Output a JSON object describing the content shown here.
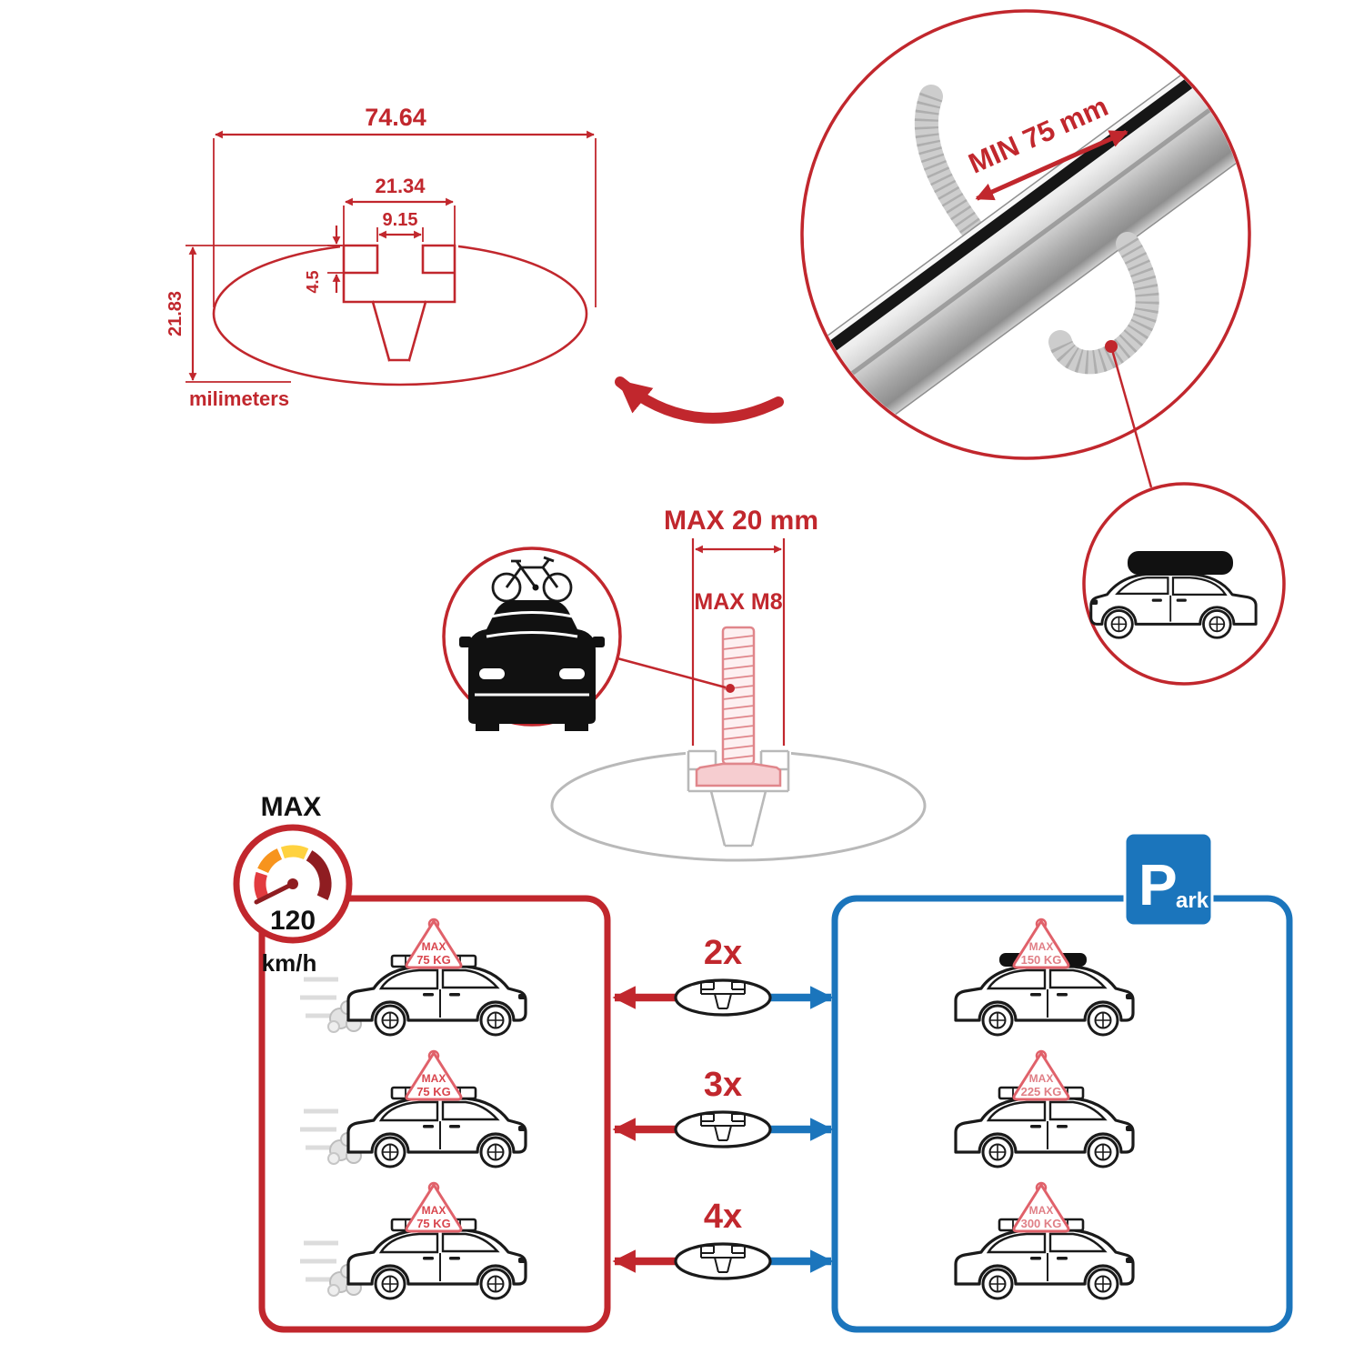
{
  "colors": {
    "accent_red": "#c1272d",
    "accent_blue": "#1b75bc",
    "sign_pink": "#e0616a"
  },
  "cross_section": {
    "total_width": "74.64",
    "slot_outer": "21.34",
    "slot_inner": "9.15",
    "lip_depth": "4.5",
    "total_height": "21.83",
    "units": "milimeters"
  },
  "bar_detail": {
    "min_span": "MIN 75 mm"
  },
  "bolt": {
    "max_width": "MAX 20 mm",
    "max_thread": "MAX M8"
  },
  "speed": {
    "label": "MAX",
    "value": "120",
    "units": "km/h"
  },
  "park": {
    "letter": "P",
    "rest": "ark"
  },
  "rows": [
    {
      "multiplier": "2x",
      "drive_sign_title": "MAX",
      "drive_sign_value": "75 KG",
      "park_sign_title": "MAX",
      "park_sign_value": "150 KG"
    },
    {
      "multiplier": "3x",
      "drive_sign_title": "MAX",
      "drive_sign_value": "75 KG",
      "park_sign_title": "MAX",
      "park_sign_value": "225 KG"
    },
    {
      "multiplier": "4x",
      "drive_sign_title": "MAX",
      "drive_sign_value": "75 KG",
      "park_sign_title": "MAX",
      "park_sign_value": "300 KG"
    }
  ]
}
